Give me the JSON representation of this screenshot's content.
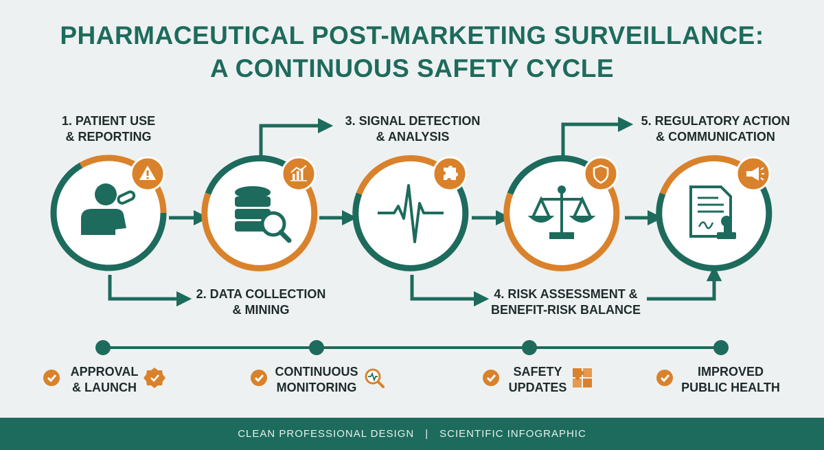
{
  "title": {
    "line1": "PHARMACEUTICAL POST-MARKETING SURVEILLANCE:",
    "line2": "A CONTINUOUS SAFETY CYCLE"
  },
  "steps": [
    {
      "line1": "1. PATIENT USE",
      "line2": "& REPORTING",
      "icon": "patient-pill-icon",
      "badge": "warning-icon"
    },
    {
      "line1": "2. DATA COLLECTION",
      "line2": "& MINING",
      "icon": "database-search-icon",
      "badge": "chart-icon"
    },
    {
      "line1": "3. SIGNAL DETECTION",
      "line2": "& ANALYSIS",
      "icon": "heartbeat-signal-icon",
      "badge": "puzzle-icon"
    },
    {
      "line1": "4. RISK ASSESSMENT &",
      "line2": "BENEFIT-RISK BALANCE",
      "icon": "scales-icon",
      "badge": "shield-icon"
    },
    {
      "line1": "5. REGULATORY ACTION",
      "line2": "& COMMUNICATION",
      "icon": "document-stamp-icon",
      "badge": "megaphone-icon"
    }
  ],
  "milestones": [
    {
      "line1": "APPROVAL",
      "line2": "& LAUNCH",
      "icon": "badge-check-icon"
    },
    {
      "line1": "CONTINUOUS",
      "line2": "MONITORING",
      "icon": "magnifier-pulse-icon"
    },
    {
      "line1": "SAFETY",
      "line2": "UPDATES",
      "icon": "puzzle-pieces-icon"
    },
    {
      "line1": "IMPROVED",
      "line2": "PUBLIC HEALTH",
      "icon": ""
    }
  ],
  "footer": {
    "left": "CLEAN PROFESSIONAL DESIGN",
    "separator": "|",
    "right": "SCIENTIFIC INFOGRAPHIC"
  },
  "colors": {
    "teal": "#1d6b5c",
    "orange": "#d9822b",
    "background": "#eef1f2",
    "text": "#1e2b2b"
  }
}
